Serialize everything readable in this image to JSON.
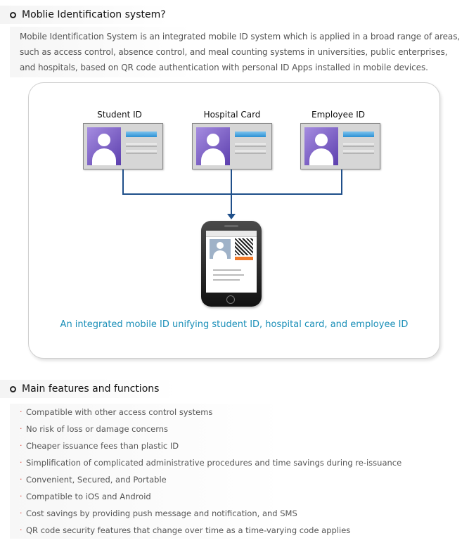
{
  "section1": {
    "title": "Moblie Identification system?",
    "intro": "Mobile Identification System is an integrated mobile ID system which is applied in a broad range of areas, such as access control, absence control, and meal counting systems in universities, public enterprises, and hospitals, based on QR code authentication with personal ID Apps installed in mobile devices."
  },
  "diagram": {
    "cards": [
      {
        "label": "Student ID"
      },
      {
        "label": "Hospital Card"
      },
      {
        "label": "Employee ID"
      }
    ],
    "caption": "An integrated mobile ID unifying student ID, hospital card, and employee ID",
    "line_color": "#1f4f8a"
  },
  "section2": {
    "title": "Main features and functions",
    "items": [
      "Compatible with other access control systems",
      "No risk of loss or damage concerns",
      "Cheaper issuance fees than plastic ID",
      "Simplification of complicated administrative procedures and time savings during re-issuance",
      "Convenient, Secured, and Portable",
      "Compatible to iOS and Android",
      "Cost savings by providing push message and notification, and SMS",
      "QR code security features that change over time as a time-varying code applies"
    ]
  }
}
